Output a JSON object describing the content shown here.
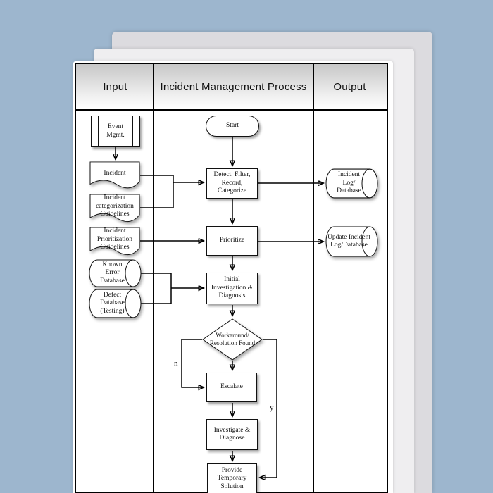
{
  "header": {
    "columns": [
      "Input",
      "Incident Management Process",
      "Output"
    ]
  },
  "nodes": {
    "event_mgmt": {
      "label": "Event\nMgmt.",
      "type": "predefined-process"
    },
    "incident": {
      "label": "Incident",
      "type": "document"
    },
    "incident_categorization": {
      "label": "Incident\ncategorization\nGuidelines",
      "type": "document"
    },
    "incident_prioritization": {
      "label": "Incident\nPrioritization\nGuidelines",
      "type": "document"
    },
    "known_error_db": {
      "label": "Known\nError\nDatabase",
      "type": "database"
    },
    "defect_db": {
      "label": "Defect\nDatabase\n(Testing)",
      "type": "database"
    },
    "start": {
      "label": "Start",
      "type": "terminator"
    },
    "detect": {
      "label": "Detect, Filter,\nRecord,\nCategorize",
      "type": "process"
    },
    "prioritize": {
      "label": "Prioritize",
      "type": "process"
    },
    "initial_investigation": {
      "label": "Initial\nInvestigation &\nDiagnosis",
      "type": "process"
    },
    "workaround_decision": {
      "label": "Workaround/\nResolution Found",
      "type": "decision"
    },
    "escalate": {
      "label": "Escalate",
      "type": "process"
    },
    "investigate_diagnose": {
      "label": "Investigate &\nDiagnose",
      "type": "process"
    },
    "provide_temp_solution": {
      "label": "Provide\nTemporary\nSolution",
      "type": "process"
    },
    "incident_log": {
      "label": "Incident\nLog/\nDatabase",
      "type": "database"
    },
    "update_incident_log": {
      "label": "Update Incident\nLog/Database",
      "type": "database"
    }
  },
  "edge_labels": {
    "no": "n",
    "yes": "y"
  },
  "colors": {
    "desktop_background": "#9db6ce",
    "page_back": "#dcdbdf",
    "page_middle": "#efeef0",
    "page_front": "#ffffff",
    "table_border": "#000000",
    "header_gradient_top": "#c7c7c7",
    "header_gradient_bottom": "#ffffff",
    "connector": "#000000",
    "shape_fill": "#ffffff"
  }
}
